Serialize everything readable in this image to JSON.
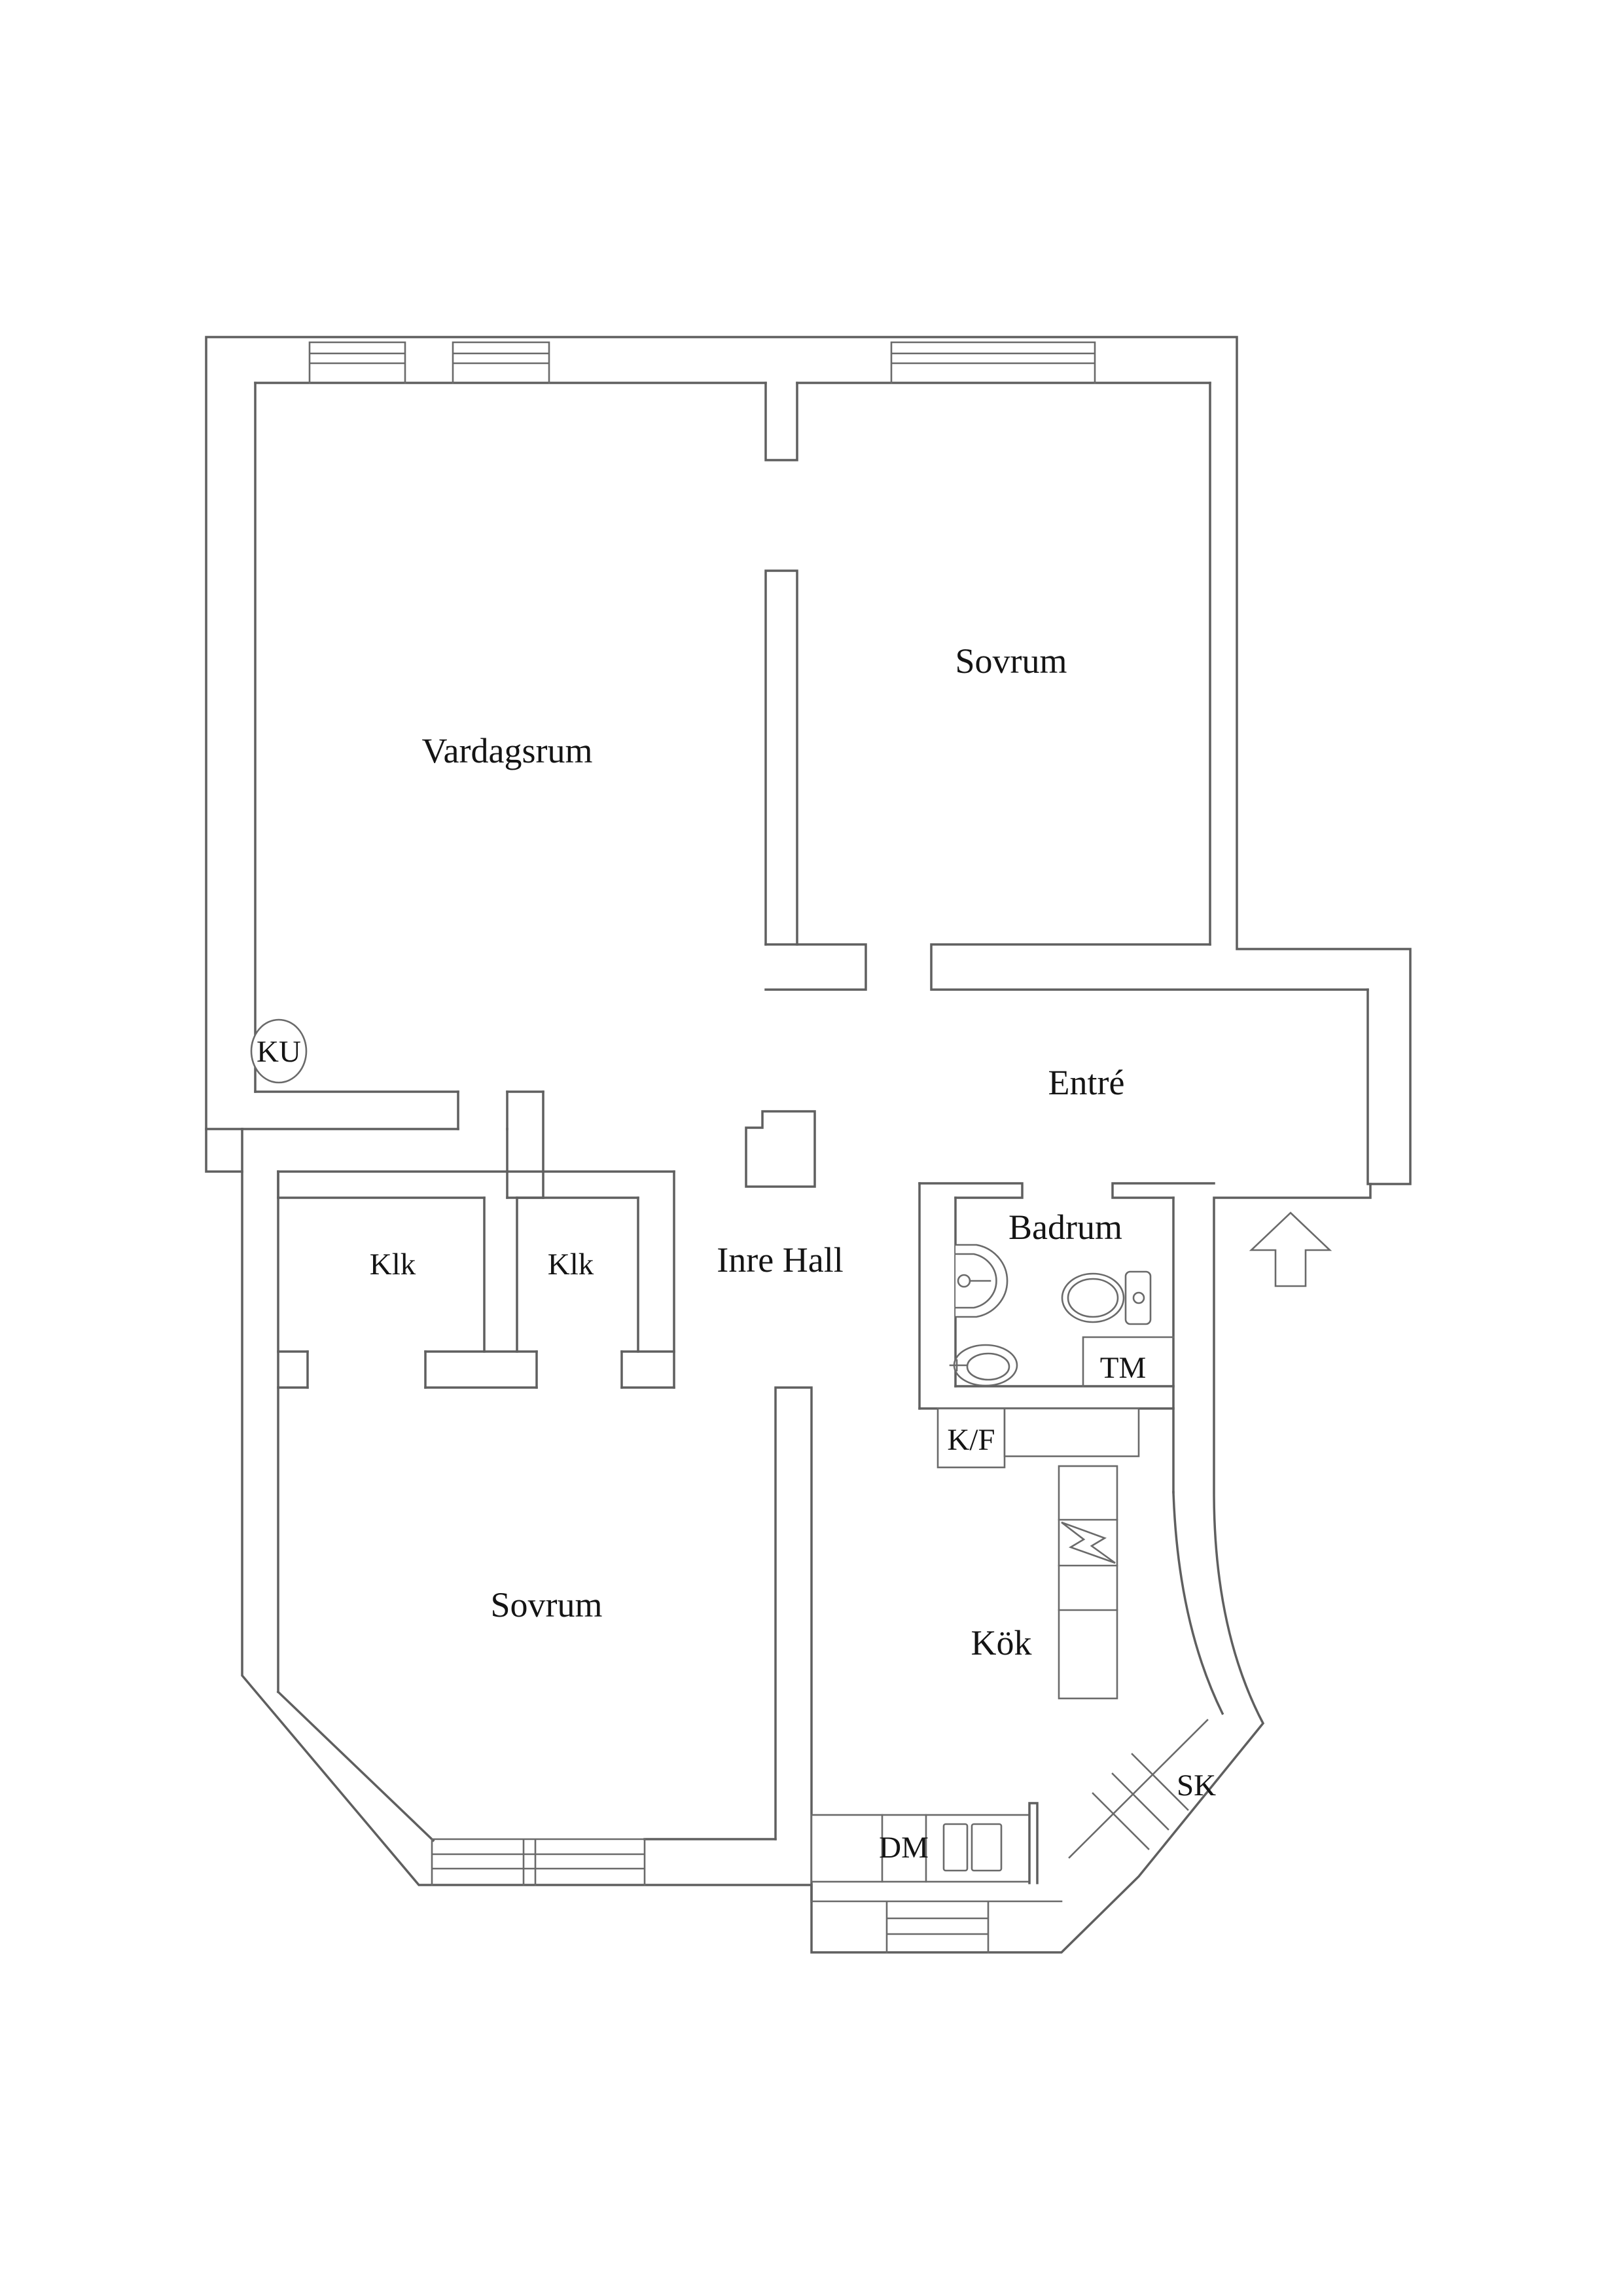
{
  "document": {
    "type": "apartment-floor-plan",
    "background_color": "#ffffff",
    "line_color": "#5f5f5f",
    "text_color": "#141414"
  },
  "labels": {
    "vardagsrum": "Vardagsrum",
    "sovrum_top": "Sovrum",
    "sovrum_bottom": "Sovrum",
    "entre": "Entré",
    "badrum": "Badrum",
    "inre_hall": "Inre Hall",
    "klk_left": "Klk",
    "klk_right": "Klk",
    "kok": "Kök",
    "ku": "KU",
    "tm": "TM",
    "kf": "K/F",
    "dm": "DM",
    "sk": "SK"
  },
  "fixtures": [
    {
      "name": "ku-circle",
      "label_ref": "ku"
    },
    {
      "name": "bathroom-sink-icon"
    },
    {
      "name": "toilet-icon"
    },
    {
      "name": "floor-drain-oval-icon"
    },
    {
      "name": "washing-machine-box",
      "label_ref": "tm"
    },
    {
      "name": "fridge-freezer-box",
      "label_ref": "kf"
    },
    {
      "name": "stove-lightning-icon"
    },
    {
      "name": "kitchen-counter-with-double-sink",
      "label_ref": "dm"
    },
    {
      "name": "corner-closet-hatching",
      "label_ref": "sk"
    },
    {
      "name": "entrance-arrow-icon"
    },
    {
      "name": "windows",
      "count": 5
    },
    {
      "name": "structural-pillar"
    }
  ]
}
